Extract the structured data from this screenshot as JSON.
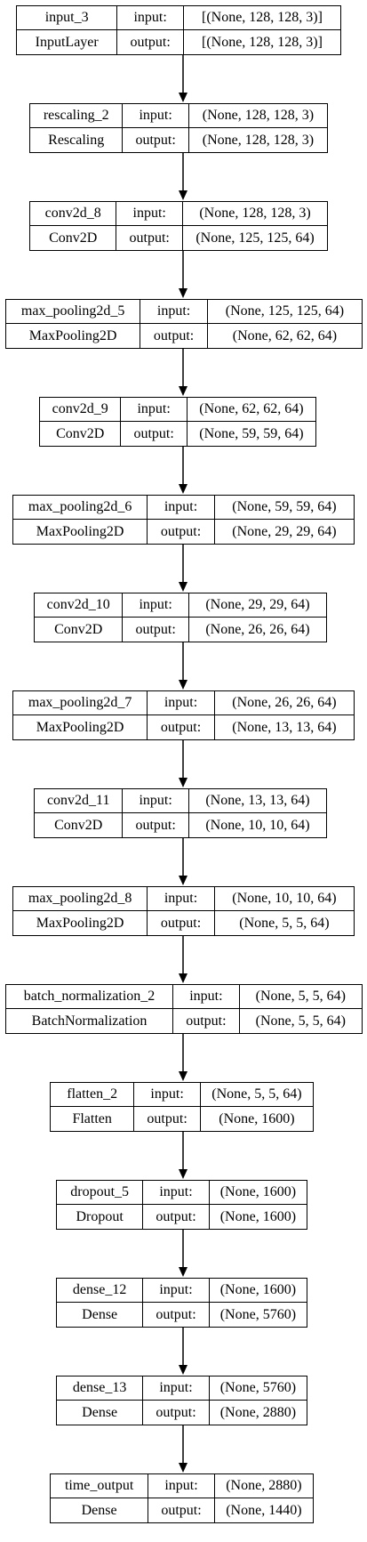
{
  "diagram": {
    "labels": {
      "input": "input:",
      "output": "output:"
    },
    "layers": [
      {
        "name": "input_3",
        "type": "InputLayer",
        "input": "[(None, 128, 128, 3)]",
        "output": "[(None, 128, 128, 3)]"
      },
      {
        "name": "rescaling_2",
        "type": "Rescaling",
        "input": "(None, 128, 128, 3)",
        "output": "(None, 128, 128, 3)"
      },
      {
        "name": "conv2d_8",
        "type": "Conv2D",
        "input": "(None, 128, 128, 3)",
        "output": "(None, 125, 125, 64)"
      },
      {
        "name": "max_pooling2d_5",
        "type": "MaxPooling2D",
        "input": "(None, 125, 125, 64)",
        "output": "(None, 62, 62, 64)"
      },
      {
        "name": "conv2d_9",
        "type": "Conv2D",
        "input": "(None, 62, 62, 64)",
        "output": "(None, 59, 59, 64)"
      },
      {
        "name": "max_pooling2d_6",
        "type": "MaxPooling2D",
        "input": "(None, 59, 59, 64)",
        "output": "(None, 29, 29, 64)"
      },
      {
        "name": "conv2d_10",
        "type": "Conv2D",
        "input": "(None, 29, 29, 64)",
        "output": "(None, 26, 26, 64)"
      },
      {
        "name": "max_pooling2d_7",
        "type": "MaxPooling2D",
        "input": "(None, 26, 26, 64)",
        "output": "(None, 13, 13, 64)"
      },
      {
        "name": "conv2d_11",
        "type": "Conv2D",
        "input": "(None, 13, 13, 64)",
        "output": "(None, 10, 10, 64)"
      },
      {
        "name": "max_pooling2d_8",
        "type": "MaxPooling2D",
        "input": "(None, 10, 10, 64)",
        "output": "(None, 5, 5, 64)"
      },
      {
        "name": "batch_normalization_2",
        "type": "BatchNormalization",
        "input": "(None, 5, 5, 64)",
        "output": "(None, 5, 5, 64)"
      },
      {
        "name": "flatten_2",
        "type": "Flatten",
        "input": "(None, 5, 5, 64)",
        "output": "(None, 1600)"
      },
      {
        "name": "dropout_5",
        "type": "Dropout",
        "input": "(None, 1600)",
        "output": "(None, 1600)"
      },
      {
        "name": "dense_12",
        "type": "Dense",
        "input": "(None, 1600)",
        "output": "(None, 5760)"
      },
      {
        "name": "dense_13",
        "type": "Dense",
        "input": "(None, 5760)",
        "output": "(None, 2880)"
      },
      {
        "name": "time_output",
        "type": "Dense",
        "input": "(None, 2880)",
        "output": "(None, 1440)"
      }
    ]
  }
}
